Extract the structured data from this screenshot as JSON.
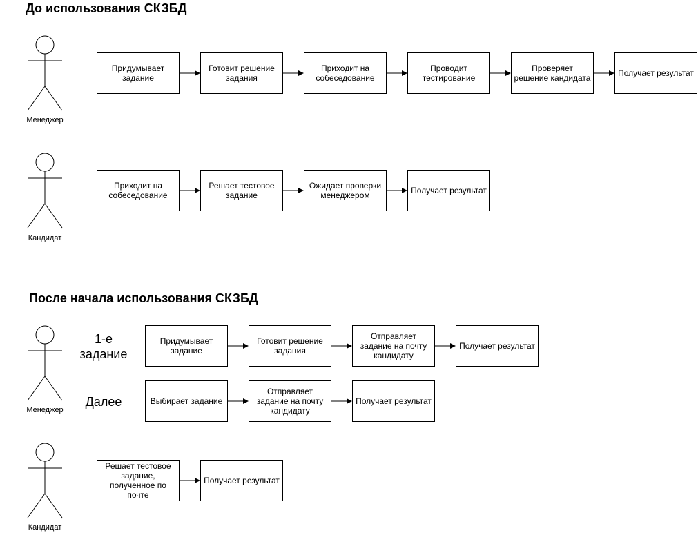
{
  "sections": [
    {
      "title": "До использования СКЗБД",
      "actors": [
        {
          "name": "Менеджер",
          "rows": [
            {
              "label": "",
              "steps": [
                "Придумывает задание",
                "Готовит решение задания",
                "Приходит на собеседование",
                "Проводит тестирование",
                "Проверяет решение кандидата",
                "Получает результат"
              ]
            }
          ]
        },
        {
          "name": "Кандидат",
          "rows": [
            {
              "label": "",
              "steps": [
                "Приходит на собеседование",
                "Решает тестовое задание",
                "Ожидает проверки менеджером",
                "Получает результат"
              ]
            }
          ]
        }
      ]
    },
    {
      "title": "После начала использования СКЗБД",
      "actors": [
        {
          "name": "Менеджер",
          "rows": [
            {
              "label": "1-е задание",
              "steps": [
                "Придумывает задание",
                "Готовит решение задания",
                "Отправляет задание на почту кандидату",
                "Получает результат"
              ]
            },
            {
              "label": "Далее",
              "steps": [
                "Выбирает задание",
                "Отправляет задание на почту кандидату",
                "Получает результат"
              ]
            }
          ]
        },
        {
          "name": "Кандидат",
          "rows": [
            {
              "label": "",
              "steps": [
                "Решает тестовое задание, полученное по почте",
                "Получает результат"
              ]
            }
          ]
        }
      ]
    }
  ]
}
